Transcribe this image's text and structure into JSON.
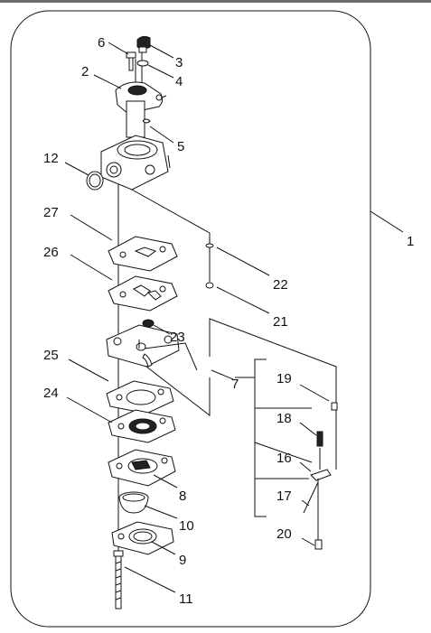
{
  "parts": {
    "p1": "1",
    "p2": "2",
    "p3": "3",
    "p4": "4",
    "p5": "5",
    "p6": "6",
    "p7": "7",
    "p8": "8",
    "p9": "9",
    "p10": "10",
    "p11": "11",
    "p12": "12",
    "p16": "16",
    "p17": "17",
    "p18": "18",
    "p19": "19",
    "p20": "20",
    "p21": "21",
    "p22": "22",
    "p23": "23",
    "p24": "24",
    "p25": "25",
    "p26": "26",
    "p27": "27"
  }
}
